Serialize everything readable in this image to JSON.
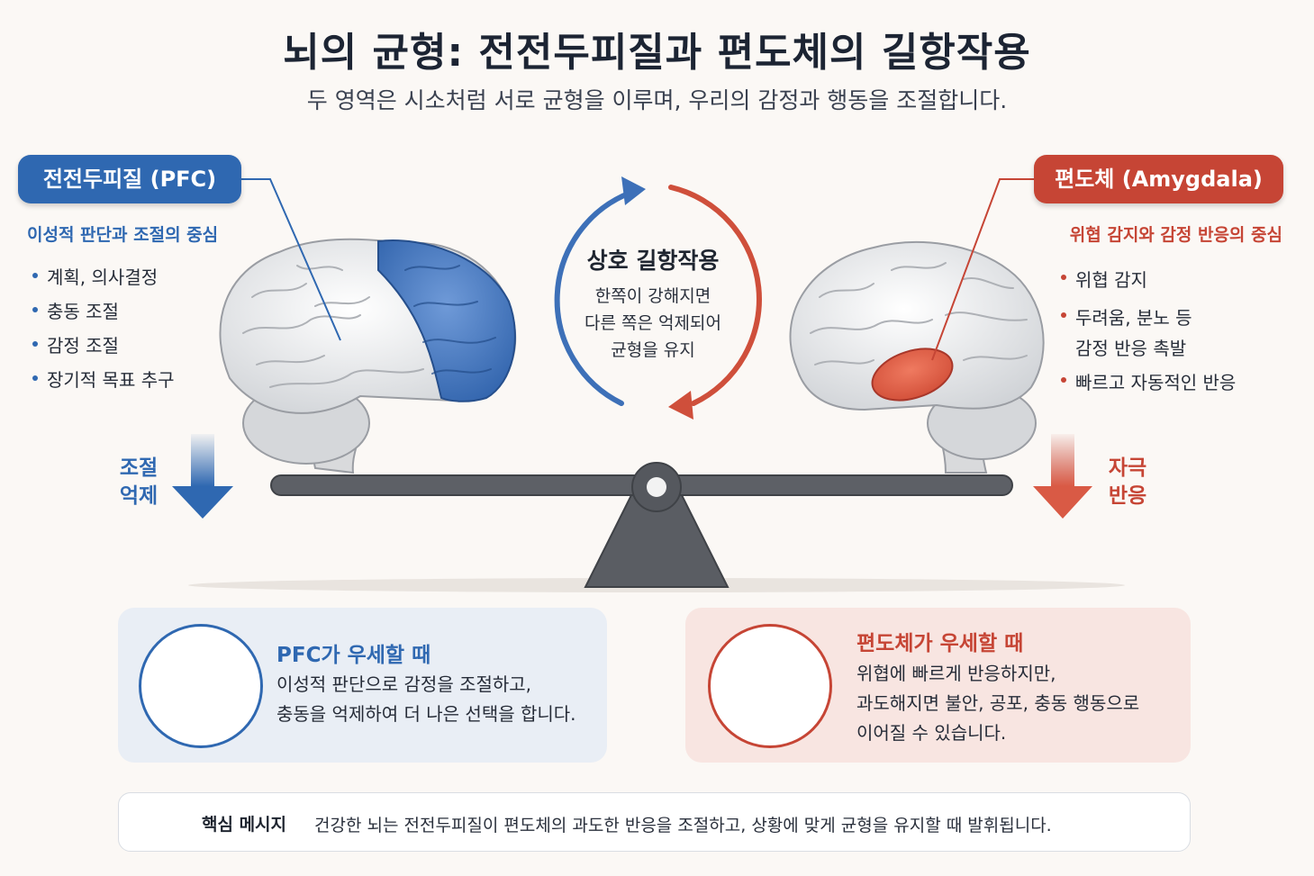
{
  "title": "뇌의 균형: 전전두피질과 편도체의 길항작용",
  "subtitle": "두 영역은 시소처럼 서로 균형을 이루며, 우리의 감정과 행동을 조절합니다.",
  "pfc": {
    "label": "전전두피질 (PFC)",
    "role": "이성적 판단과 조절의 중심",
    "functions": [
      "계획, 의사결정",
      "충동 조절",
      "감정 조절",
      "장기적 목표 추구"
    ],
    "arrow_label": [
      "조절",
      "억제"
    ],
    "color": "#2f68b1"
  },
  "amygdala": {
    "label": "편도체 (Amygdala)",
    "role": "위협 감지와 감정 반응의 중심",
    "functions": [
      "위협 감지",
      "두려움, 분노 등\n감정 반응 촉발",
      "빠르고 자동적인 반응"
    ],
    "arrow_label": [
      "자극",
      "반응"
    ],
    "color": "#c64535"
  },
  "center": {
    "title": "상호 길항작용",
    "body": [
      "한쪽이 강해지면",
      "다른 쪽은 억제되어",
      "균형을 유지"
    ]
  },
  "cards": {
    "pfc": {
      "title": "PFC가 우세할 때",
      "lines": [
        "이성적 판단으로 감정을 조절하고,",
        "충동을 억제하여 더 나은 선택을 합니다."
      ]
    },
    "amygdala": {
      "title": "편도체가 우세할 때",
      "lines": [
        "위협에 빠르게 반응하지만,",
        "과도해지면 불안, 공포, 충동 행동으로",
        "이어질 수 있습니다."
      ]
    }
  },
  "key_message": {
    "label": "핵심 메시지",
    "text": "건강한 뇌는 전전두피질이 편도체의 과도한 반응을 조절하고, 상황에 맞게 균형을 유지할 때 발휘됩니다.",
    "icon": "lightbulb-icon"
  }
}
